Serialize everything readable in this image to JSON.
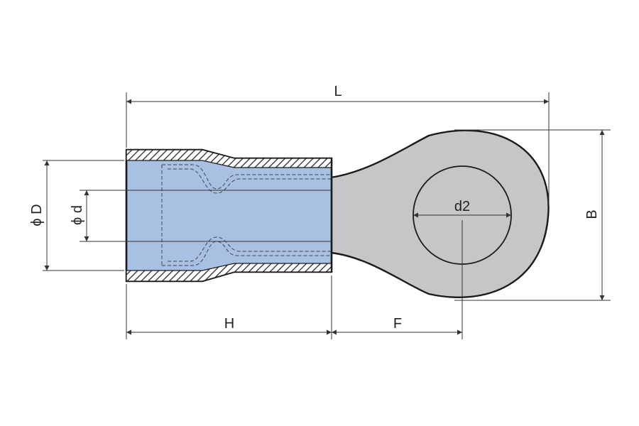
{
  "labels": {
    "L": "L",
    "B": "B",
    "H": "H",
    "F": "F",
    "d2": "d2",
    "D": "ϕ D",
    "d": "ϕ d"
  },
  "colors": {
    "insulation": "#a8c1e2",
    "ring": "#c6c6c6",
    "outline": "#1a1a1a",
    "dimension_line": "#333333",
    "hatch": "#1a1a1a",
    "background": "#ffffff"
  }
}
